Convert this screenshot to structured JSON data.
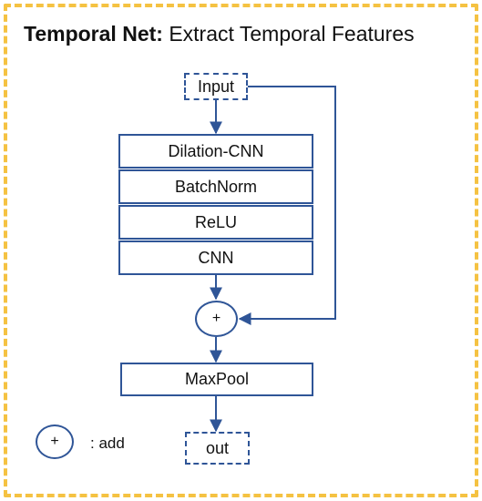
{
  "title": {
    "bold": "Temporal Net:",
    "rest": " Extract Temporal Features"
  },
  "nodes": {
    "input": "Input",
    "stack": [
      "Dilation-CNN",
      "BatchNorm",
      "ReLU",
      "CNN"
    ],
    "add_symbol": "+",
    "maxpool": "MaxPool",
    "output": "out"
  },
  "legend": {
    "symbol": "+",
    "label": ": add"
  },
  "colors": {
    "frame": "#F5C242",
    "stroke": "#2F5597"
  }
}
